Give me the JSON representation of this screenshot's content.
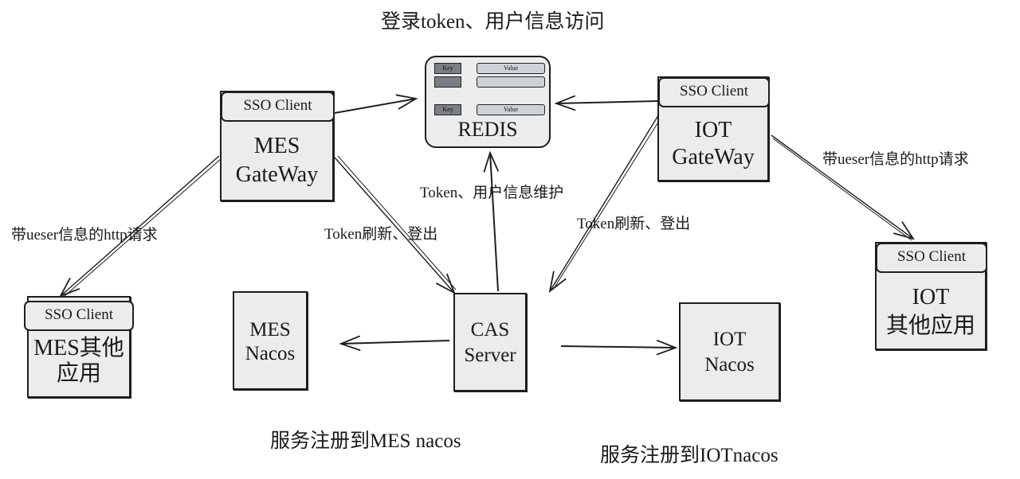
{
  "title": "登录token、用户信息访问",
  "nodes": {
    "redis": {
      "name": "REDIS",
      "key_label": "Key",
      "value_label": "Value",
      "ellipsis": "·"
    },
    "mes_gateway": {
      "header": "SSO Client",
      "line1": "MES",
      "line2": "GateWay"
    },
    "iot_gateway": {
      "header": "SSO Client",
      "line1": "IOT",
      "line2": "GateWay"
    },
    "mes_other": {
      "header": "SSO Client",
      "line1": "MES其他",
      "line2": "应用"
    },
    "iot_other": {
      "header": "SSO Client",
      "line1": "IOT",
      "line2": "其他应用"
    },
    "mes_nacos": {
      "line1": "MES",
      "line2": "Nacos"
    },
    "cas_server": {
      "line1": "CAS",
      "line2": "Server"
    },
    "iot_nacos": {
      "line1": "IOT",
      "line2": "Nacos"
    }
  },
  "edge_labels": {
    "mes_http": "带ueser信息的http请求",
    "iot_http": "带ueser信息的http请求",
    "mes_token": "Token刷新、登出",
    "iot_token": "Token刷新、登出",
    "cas_redis": "Token、用户信息维护",
    "mes_register": "服务注册到MES nacos",
    "iot_register": "服务注册到IOTnacos"
  },
  "colors": {
    "node_fill": "#ececec",
    "stroke": "#1e1e1e",
    "key_fill": "#7a7f86",
    "value_fill": "#cdd2d8"
  }
}
